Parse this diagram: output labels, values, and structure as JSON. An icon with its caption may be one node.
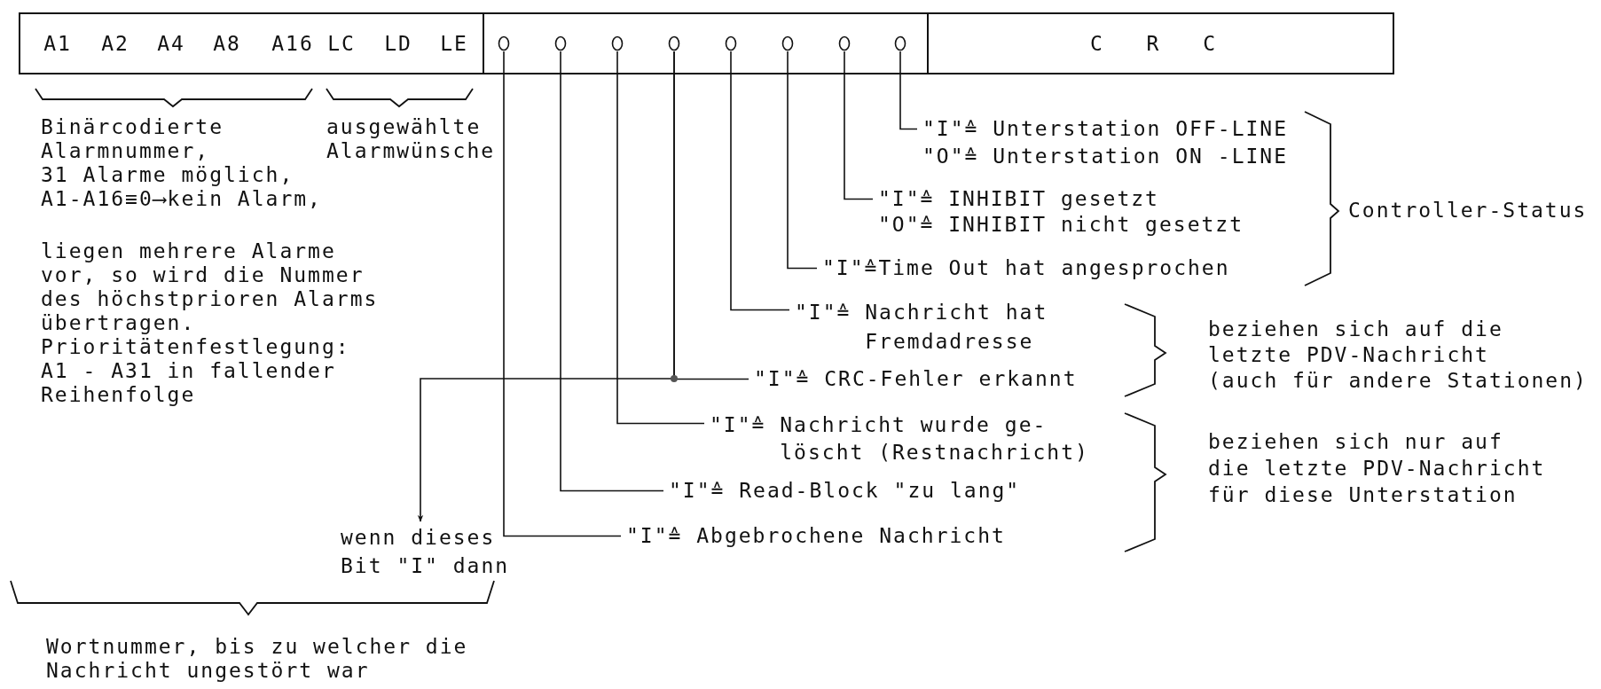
{
  "diagram": {
    "nodes": [
      {
        "text": [
          "A1",
          "A2",
          "A4",
          "A8",
          "A16",
          "LC",
          "LD",
          "LE"
        ]
      },
      {
        "text": [],
        "shape": "box"
      },
      {
        "text": [],
        "shape": "circle",
        "in": 1
      },
      {
        "text": [],
        "shape": "circle",
        "in": 1
      },
      {
        "text": [],
        "shape": "circle",
        "in": 1
      },
      {
        "text": [],
        "shape": "circle",
        "in": 1
      },
      {
        "text": [],
        "shape": "circle",
        "in": 1
      },
      {
        "text": [],
        "shape": "circle",
        "in": 1
      },
      {
        "text": [],
        "shape": "circle",
        "in": 1
      },
      {
        "text": [],
        "shape": "circle",
        "in": 1
      },
      {
        "text": [
          "C R C"
        ]
      },
      {
        "text": [
          "\"I\"≙ Unterstation OFF-LINE",
          "\"O\"≙ Unterstation ON -LINE"
        ]
      },
      {
        "text": [
          "\"I\"≙ INHIBIT gesetzt",
          "\"O\"≙ INHIBIT nicht gesetzt"
        ]
      },
      {
        "text": [
          "\"I\"≙Time Out hat angesprochen"
        ]
      },
      {
        "text": [
          "\"I\"≙ Nachricht hat Fremdadresse"
        ]
      },
      {
        "text": [
          "\"I\"≙ CRC-Fehler erkannt"
        ]
      },
      {
        "text": [
          "\"I\"≙ Nachricht wurde ge- löscht (Restnachricht)"
        ]
      },
      {
        "text": [
          "\"I\"≙ Read-Block \"zu lang\""
        ]
      },
      {
        "text": [
          "\"I\"≙ Abgebrochene Nachricht"
        ]
      },
      {
        "text": [
          "wenn dieses Bit \"I\" dann"
        ]
      }
    ],
    "edges": [
      {
        "from": 2,
        "to": 18,
        "arrow": "none"
      },
      {
        "from": 3,
        "to": 17,
        "arrow": "none"
      },
      {
        "from": 4,
        "to": 16,
        "arrow": "none"
      },
      {
        "from": 5,
        "to": 15,
        "arrow": "none"
      },
      {
        "from": 6,
        "to": 14,
        "arrow": "none"
      },
      {
        "from": 7,
        "to": 13,
        "arrow": "none"
      },
      {
        "from": 8,
        "to": 12,
        "arrow": "none"
      },
      {
        "from": 9,
        "to": 11,
        "arrow": "none"
      },
      {
        "from": 5,
        "to": 19,
        "arrow": "to"
      }
    ],
    "labels": [
      "Binärcodierte Alarmnummer, 31 Alarme möglich, A1-A16≡0⟶kein Alarm,",
      "ausgewählte Alarmwünsche",
      "Controller-Status",
      "liegen mehrere Alarme vor, so wird die Nummer des höchstprioren Alarms übertragen. Prioritätenfestlegung: A1 - A31 in fallender Reihenfolge",
      "beziehen sich auf die letzte PDV-Nachricht (auch für andere Stationen)",
      "beziehen sich nur auf die letzte PDV-Nachricht für diese Unterstation",
      "Wortnummer, bis zu welcher die Nachricht ungestört war"
    ]
  }
}
